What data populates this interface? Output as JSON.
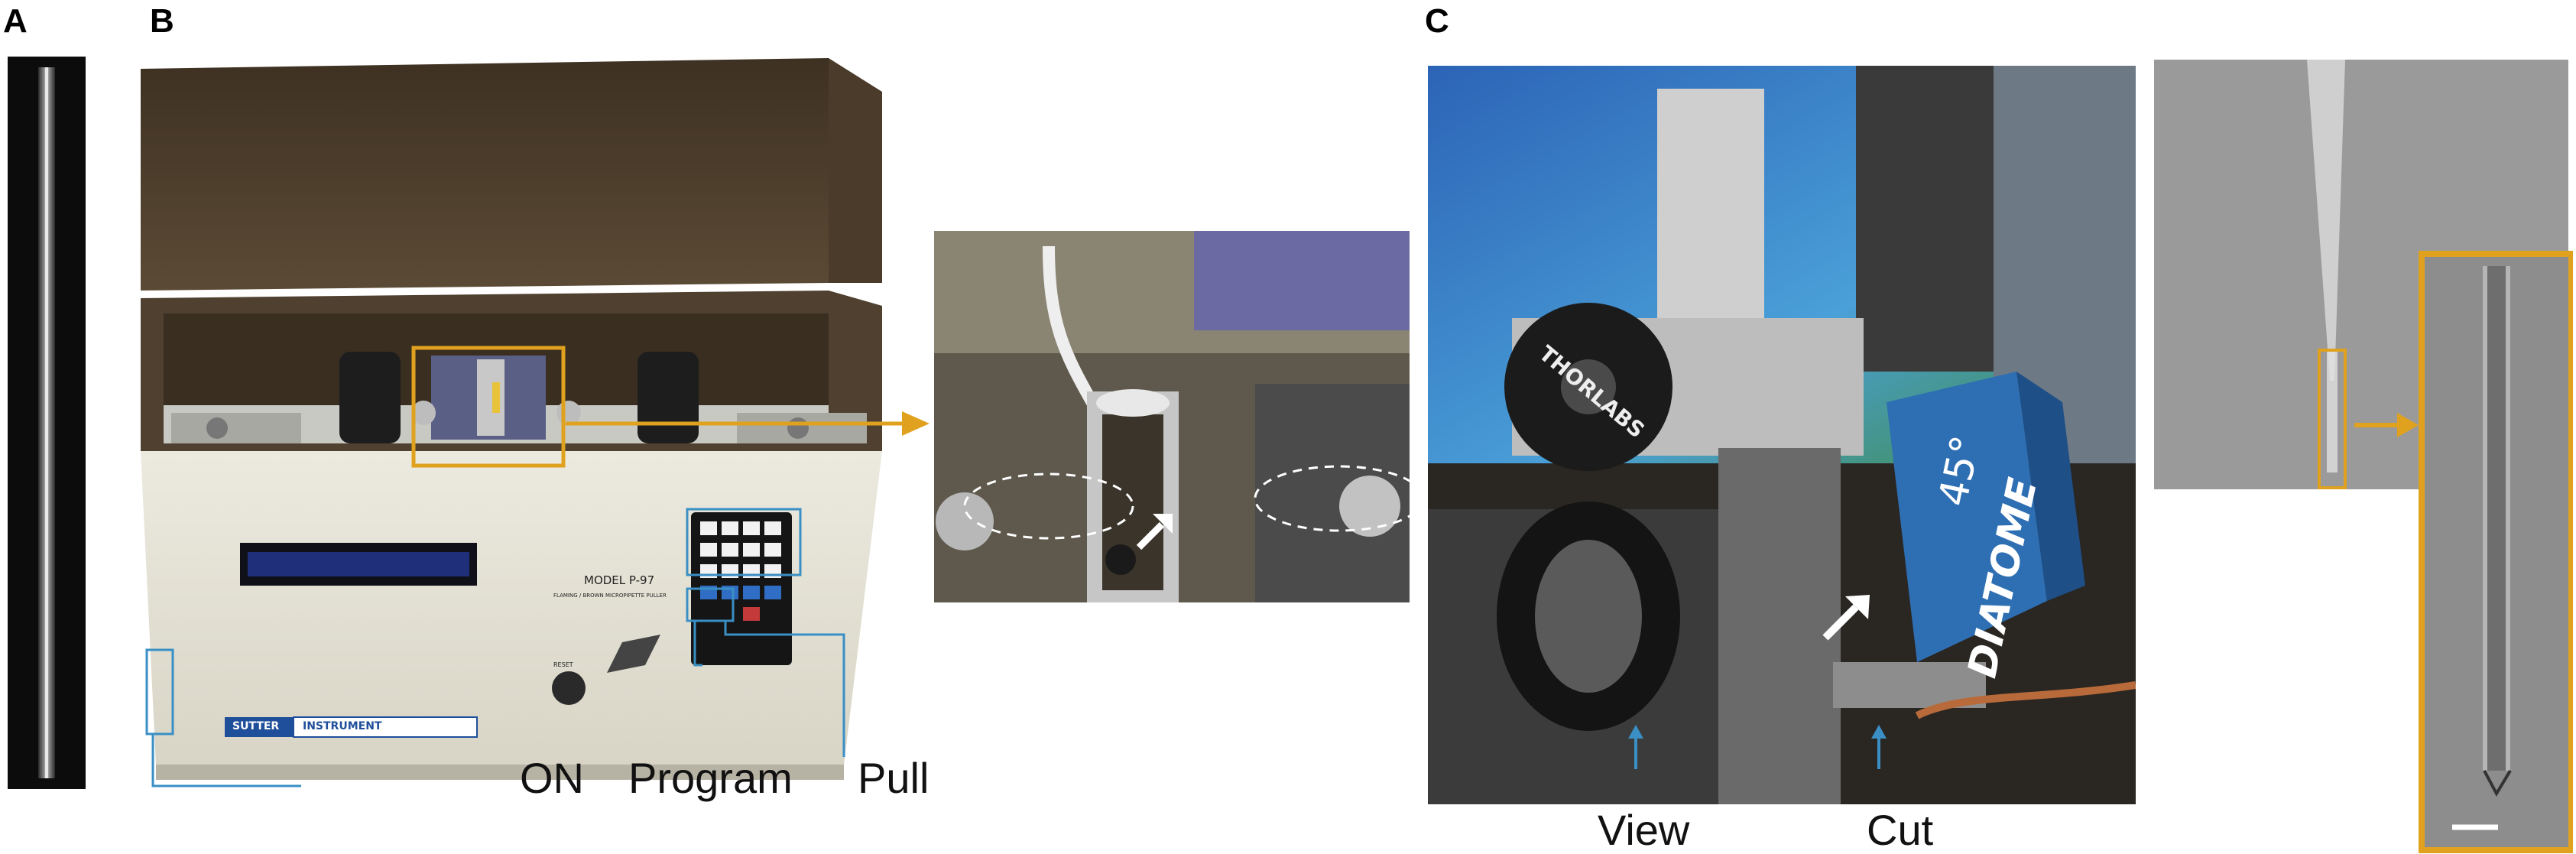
{
  "panels": {
    "a": {
      "letter": "A"
    },
    "b": {
      "letter": "B",
      "device": {
        "model": "MODEL P-97",
        "subtitle": "FLAMING / BROWN MICROPIPETTE PULLER",
        "brand_left": "SUTTER",
        "brand_right": "INSTRUMENT",
        "reset": "RESET"
      },
      "callouts": {
        "on": "ON",
        "program": "Program",
        "pull": "Pull"
      }
    },
    "c": {
      "letter": "C",
      "mount_brand": "THORLABS",
      "knife_angle": "45°",
      "knife_brand": "DIATOME",
      "callouts": {
        "view": "View",
        "cut": "Cut"
      }
    }
  },
  "colors": {
    "highlight": "#e0a21e",
    "callout_line": "#3a8fc4",
    "arrow_white": "#ffffff"
  },
  "icons": [
    "white-arrow-icon",
    "orange-arrow-icon",
    "scale-bar"
  ]
}
